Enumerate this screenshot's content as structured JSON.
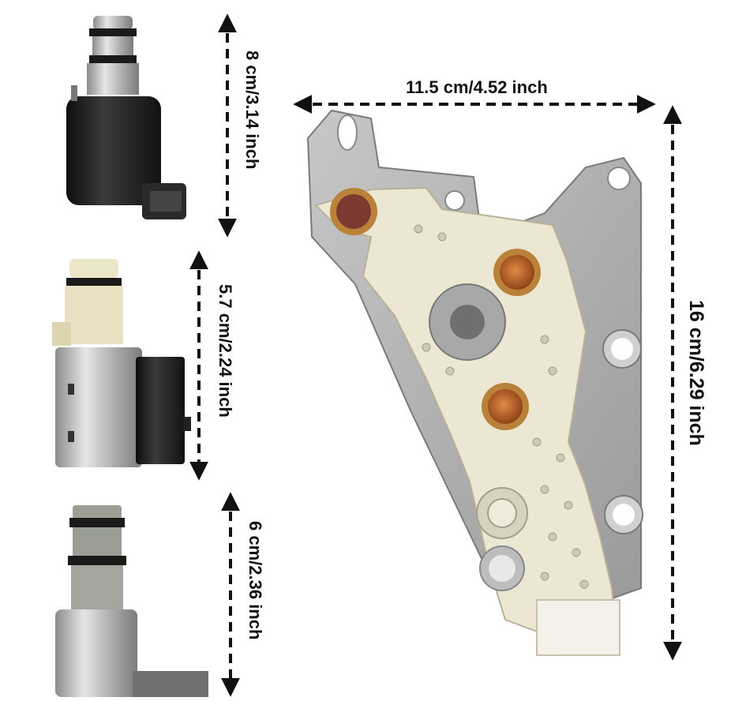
{
  "dimensions": {
    "solenoid_1": "8 cm/3.14 inch",
    "solenoid_2": "5.7 cm/2.24 inch",
    "solenoid_3": "6 cm/2.36 inch",
    "plate_width": "11.5 cm/4.52 inch",
    "plate_height": "16 cm/6.29 inch"
  },
  "colors": {
    "arrow": "#111111",
    "solenoid_black": "#1e1e1e",
    "metal": "#b9b9b9",
    "plastic": "#ece7d3",
    "copper_seal": "#c96a2a"
  },
  "icons": [
    "shift-solenoid-1-image",
    "shift-solenoid-2-image",
    "shift-solenoid-3-image",
    "solenoid-body-plate-image"
  ]
}
